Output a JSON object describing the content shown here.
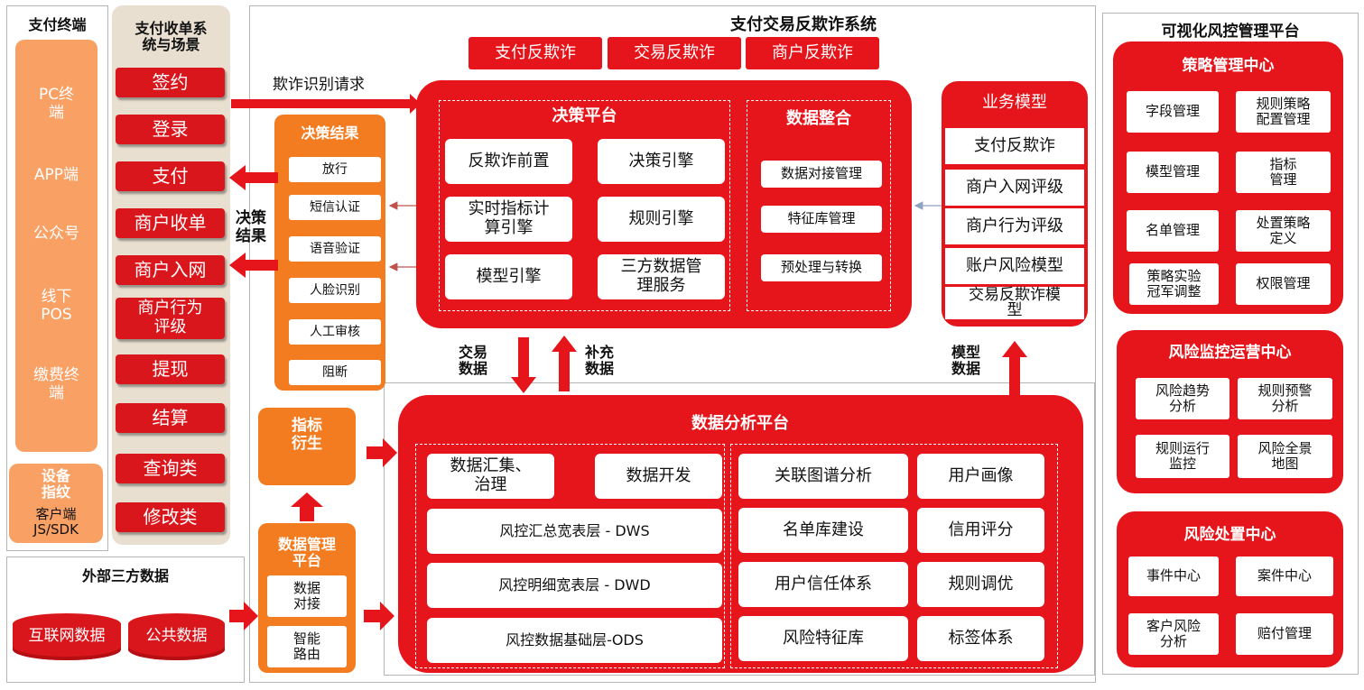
{
  "terminal": {
    "title": "支付终端",
    "items": [
      "PC终\n端",
      "APP端",
      "公众号",
      "线下\nPOS",
      "缴费终\n端"
    ],
    "device_title": "设备\n指纹",
    "device_sub": "客户端\nJS/SDK"
  },
  "scenes": {
    "title": "支付收单系\n统与场景",
    "items": [
      "签约",
      "登录",
      "支付",
      "商户收单",
      "商户入网",
      "商户行为\n评级",
      "提现",
      "结算",
      "查询类",
      "修改类"
    ]
  },
  "external": {
    "title": "外部三方数据",
    "items": [
      "互联网数据",
      "公共数据"
    ]
  },
  "antifraud": {
    "title": "支付交易反欺诈系统",
    "tabs": [
      "支付反欺诈",
      "交易反欺诈",
      "商户反欺诈"
    ]
  },
  "labels": {
    "request": "欺诈识别请求",
    "decision_result": "决策\n结果",
    "trade_data": "交易\n数据",
    "supplement_data": "补充\n数据",
    "model_data": "模型\n数据"
  },
  "decision_result": {
    "title": "决策结果",
    "items": [
      "放行",
      "短信认证",
      "语音验证",
      "人脸识别",
      "人工审核",
      "阻断"
    ]
  },
  "decision_platform": {
    "title": "决策平台",
    "items": [
      "反欺诈前置",
      "决策引擎",
      "实时指标计\n算引擎",
      "规则引擎",
      "模型引擎",
      "三方数据管\n理服务"
    ]
  },
  "data_integration": {
    "title": "数据整合",
    "items": [
      "数据对接管理",
      "特征库管理",
      "预处理与转换"
    ]
  },
  "business_model": {
    "title": "业务模型",
    "items": [
      "支付反欺诈",
      "商户入网评级",
      "商户行为评级",
      "账户风险模型",
      "交易反欺诈模\n型"
    ]
  },
  "indicator": {
    "title": "指标\n衍生"
  },
  "data_mgmt": {
    "title": "数据管理\n平台",
    "items": [
      "数据\n对接",
      "智能\n路由"
    ]
  },
  "analysis": {
    "title": "数据分析平台",
    "left_top": [
      "数据汇集、\n治理",
      "数据开发"
    ],
    "layers": [
      "风控汇总宽表层 - DWS",
      "风控明细宽表层 - DWD",
      "风控数据基础层-ODS"
    ],
    "right": [
      "关联图谱分析",
      "用户画像",
      "名单库建设",
      "信用评分",
      "用户信任体系",
      "规则调优",
      "风险特征库",
      "标签体系"
    ]
  },
  "visual": {
    "title": "可视化风控管理平台",
    "strategy": {
      "title": "策略管理中心",
      "items": [
        "字段管理",
        "规则策略\n配置管理",
        "模型管理",
        "指标\n管理",
        "名单管理",
        "处置策略\n定义",
        "策略实验\n冠军调整",
        "权限管理"
      ]
    },
    "monitor": {
      "title": "风险监控运营中心",
      "items": [
        "风险趋势\n分析",
        "规则预警\n分析",
        "规则运行\n监控",
        "风险全景\n地图"
      ]
    },
    "disposal": {
      "title": "风险处置中心",
      "items": [
        "事件中心",
        "案件中心",
        "客户风险\n分析",
        "赔付管理"
      ]
    }
  },
  "colors": {
    "red": "#e5151b",
    "orange": "#f47c20",
    "light_orange": "#f9a064",
    "tan": "#e8dfd1"
  }
}
